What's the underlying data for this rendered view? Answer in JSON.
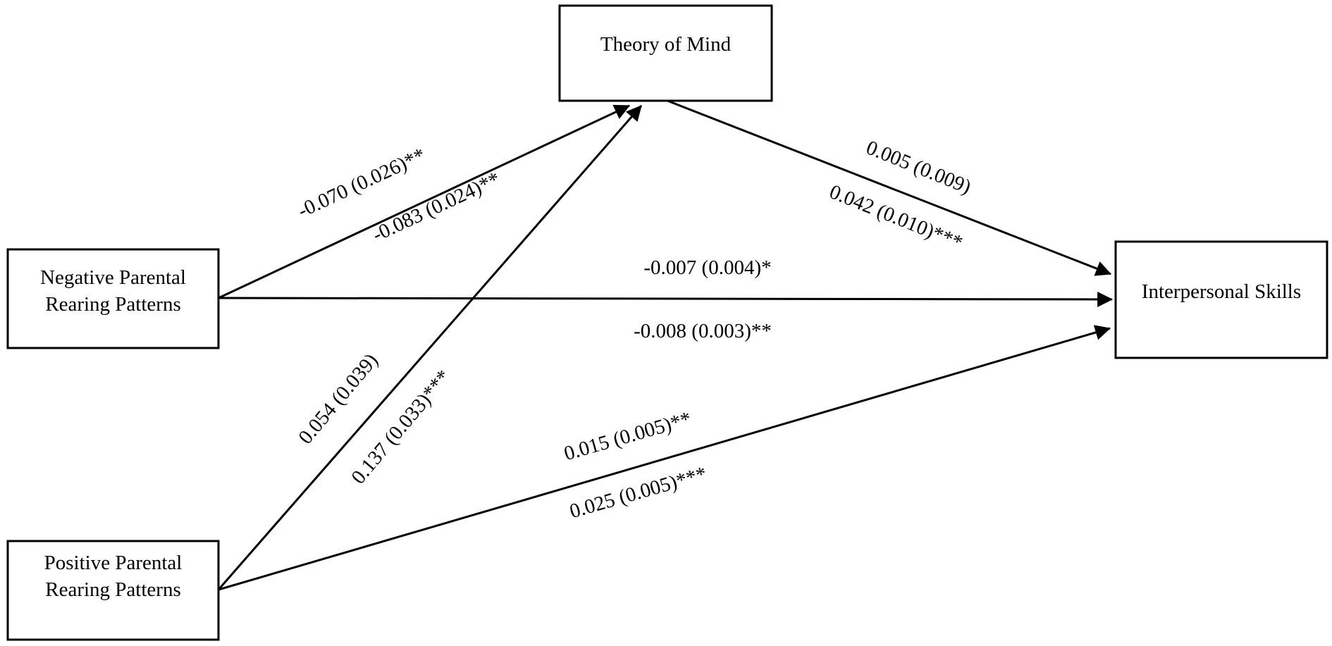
{
  "nodes": {
    "theory_of_mind": {
      "lines": [
        "Theory of Mind"
      ]
    },
    "negative": {
      "lines": [
        "Negative Parental",
        "Rearing Patterns"
      ]
    },
    "positive": {
      "lines": [
        "Positive Parental",
        "Rearing Patterns"
      ]
    },
    "interpersonal": {
      "lines": [
        "Interpersonal Skills"
      ]
    }
  },
  "paths": {
    "neg_to_tom": {
      "from": "Negative Parental Rearing Patterns",
      "to": "Theory of Mind",
      "coef_upper": "-0.070 (0.026)**",
      "coef_lower": "-0.083 (0.024)**"
    },
    "pos_to_tom": {
      "from": "Positive Parental Rearing Patterns",
      "to": "Theory of Mind",
      "coef_upper": "0.054 (0.039)",
      "coef_lower": "0.137 (0.033)***"
    },
    "tom_to_is": {
      "from": "Theory of Mind",
      "to": "Interpersonal Skills",
      "coef_upper": "0.005 (0.009)",
      "coef_lower": "0.042 (0.010)***"
    },
    "neg_to_is": {
      "from": "Negative Parental Rearing Patterns",
      "to": "Interpersonal Skills",
      "coef_upper": "-0.007 (0.004)*",
      "coef_lower": "-0.008 (0.003)**"
    },
    "pos_to_is": {
      "from": "Positive Parental Rearing Patterns",
      "to": "Interpersonal Skills",
      "coef_upper": "0.015 (0.005)**",
      "coef_lower": "0.025 (0.005)***"
    }
  }
}
